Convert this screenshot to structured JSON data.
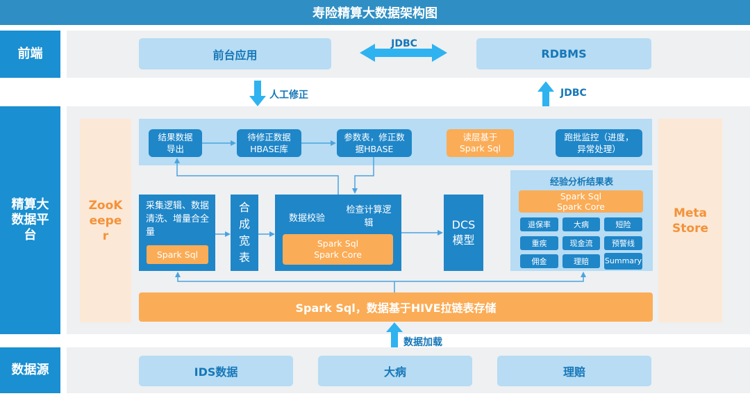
{
  "title": "寿险精算大数据架构图",
  "layers": {
    "frontend": "前端",
    "platform": "精算大数据平台",
    "source": "数据源"
  },
  "frontend": {
    "left": "前台应用",
    "right": "RDBMS",
    "link_label": "JDBC"
  },
  "connectors": {
    "down_label": "人工修正",
    "up_label": "JDBC",
    "load_label": "数据加载"
  },
  "platform": {
    "zookeeper": "ZooKeeper",
    "metastore": "Meta Store",
    "top_row": {
      "export": "结果数据导出",
      "hbase_pending": "待修正数据HBASE库",
      "params": "参数表，修正数据HBASE",
      "reads": "读层基于Spark Sql",
      "monitor": "跑批监控（进度，异常处理）"
    },
    "collect": {
      "text": "采集逻辑、数据清洗、增量合全量",
      "engine": "Spark Sql"
    },
    "merge": "合成宽表",
    "check": {
      "left": "数据校验",
      "right": "检查计算逻辑",
      "engine": "Spark Sql Spark Core"
    },
    "dcs": "DCS模型",
    "experience": {
      "title": "经验分析结果表",
      "engine": "Spark Sql Spark Core",
      "cells": [
        "退保率",
        "大病",
        "短险",
        "重疾",
        "现金流",
        "预警线",
        "佣金",
        "理赔",
        "Summary"
      ]
    },
    "storage": "Spark Sql，数据基于HIVE拉链表存储"
  },
  "sources": [
    "IDS数据",
    "大病",
    "理赔"
  ],
  "colors": {
    "primary": "#1a8fd1",
    "light": "#b7dcf3",
    "orange": "#fbac56",
    "peach": "#fce8d6"
  }
}
